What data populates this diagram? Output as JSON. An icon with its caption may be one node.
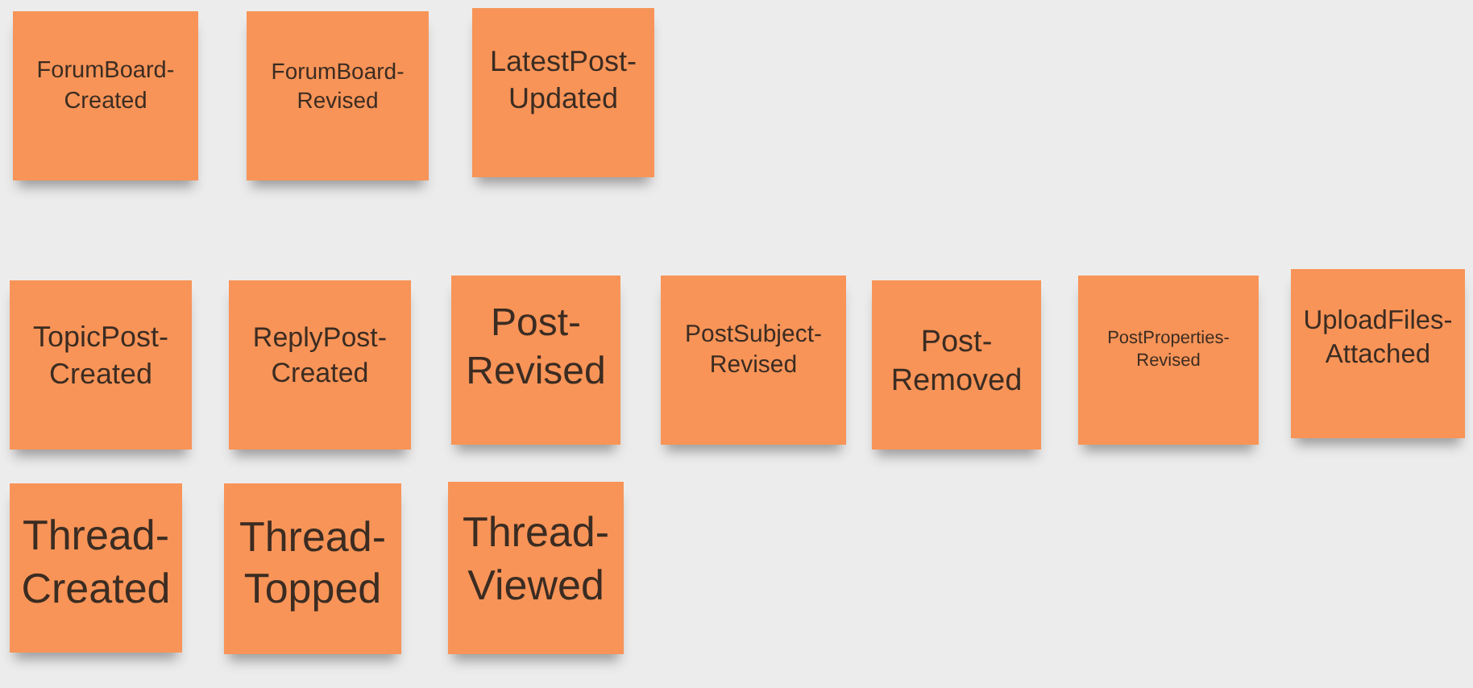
{
  "diagram": {
    "nodes": [
      {
        "text": [
          "ForumBoard- Created"
        ]
      },
      {
        "text": [
          "ForumBoard- Revised"
        ]
      },
      {
        "text": [
          "LatestPost- Updated"
        ]
      },
      {
        "text": [
          "TopicPost- Created"
        ]
      },
      {
        "text": [
          "ReplyPost- Created"
        ]
      },
      {
        "text": [
          "Post- Revised"
        ]
      },
      {
        "text": [
          "PostSubject- Revised"
        ]
      },
      {
        "text": [
          "Post- Removed"
        ]
      },
      {
        "text": [
          "PostProperties- Revised"
        ]
      },
      {
        "text": [
          "UploadFiles- Attached"
        ]
      },
      {
        "text": [
          "Thread- Created"
        ]
      },
      {
        "text": [
          "Thread- Topped"
        ]
      },
      {
        "text": [
          "Thread- Viewed"
        ]
      }
    ]
  }
}
